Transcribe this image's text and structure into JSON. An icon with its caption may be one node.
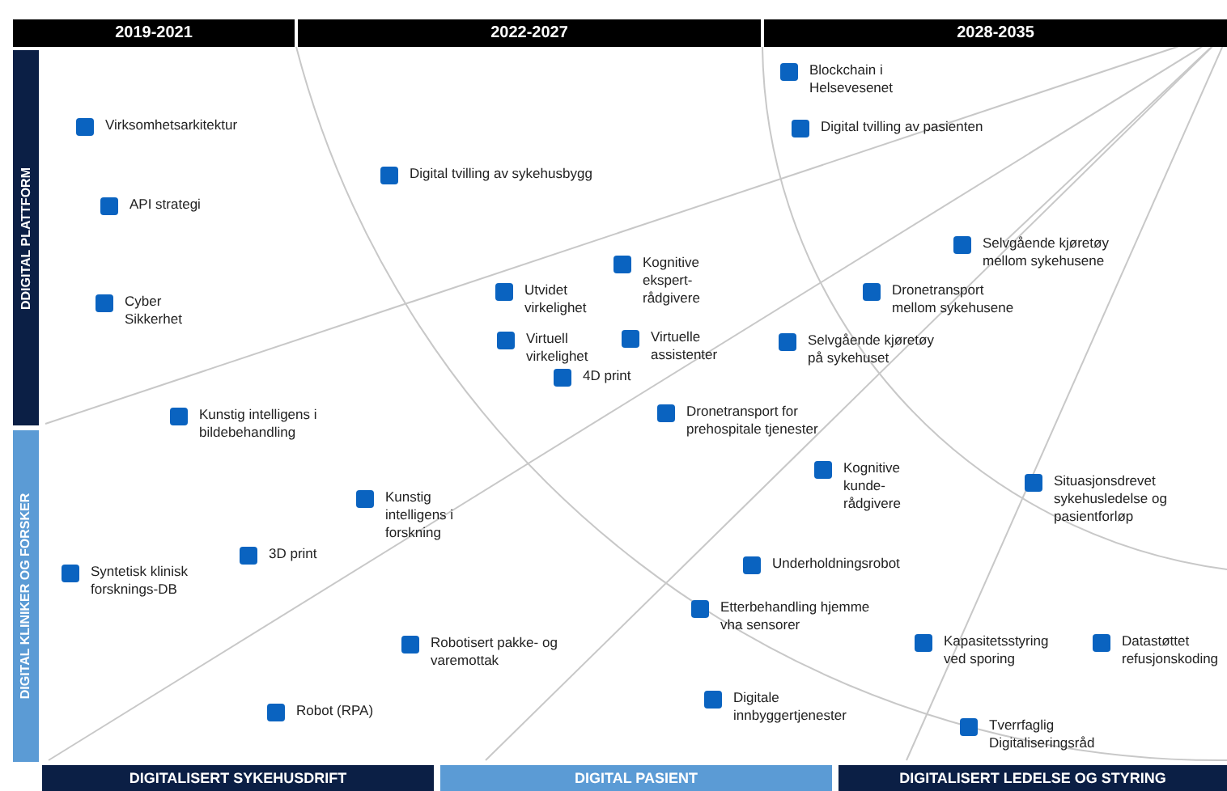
{
  "diagram": {
    "nodes": [
      {
        "text": [
          "2019-2021"
        ]
      },
      {
        "text": [
          "2022-2027"
        ]
      },
      {
        "text": [
          "2028-2035"
        ]
      },
      {
        "text": [
          "DDIGITAL PLATTFORM"
        ]
      },
      {
        "text": [
          "DIGITAL KLINIKER OG FORSKER"
        ]
      },
      {
        "text": [
          "DIGITALISERT SYKEHUSDRIFT"
        ]
      },
      {
        "text": [
          "DIGITAL PASIENT"
        ]
      },
      {
        "text": [
          "DIGITALISERT LEDELSE OG STYRING"
        ]
      }
    ],
    "labels": [
      "Blockchain i Helsevesenet",
      "Digital tvilling av pasienten",
      "Virksomhetsarkitektur",
      "Digital tvilling av sykehusbygg",
      "API strategi",
      "Selvgående kjøretøy mellom sykehusene",
      "Kognitive ekspert-rådgivere",
      "Utvidet virkelighet",
      "Dronetransport mellom sykehusene",
      "Cyber Sikkerhet",
      "Virtuell virkelighet",
      "Virtuelle assistenter",
      "Selvgående kjøretøy på sykehuset",
      "4D print",
      "Dronetransport for prehospitale tjenester",
      "Kunstig intelligens i bildebehandling",
      "Kognitive kunde-rådgivere",
      "Situasjonsdrevet sykehusledelse og pasientforløp",
      "Kunstig intelligens i forskning",
      "3D print",
      "Syntetisk klinisk forsknings-DB",
      "Underholdningsrobot",
      "Etterbehandling hjemme vha sensorer",
      "Robotisert pakke- og varemottak",
      "Kapasitetsstyring ved sporing",
      "Datastøttet refusjonskoding",
      "Digitale innbyggertjenester",
      "Robot (RPA)",
      "Tverrfaglig Digitaliseringsråd"
    ]
  }
}
